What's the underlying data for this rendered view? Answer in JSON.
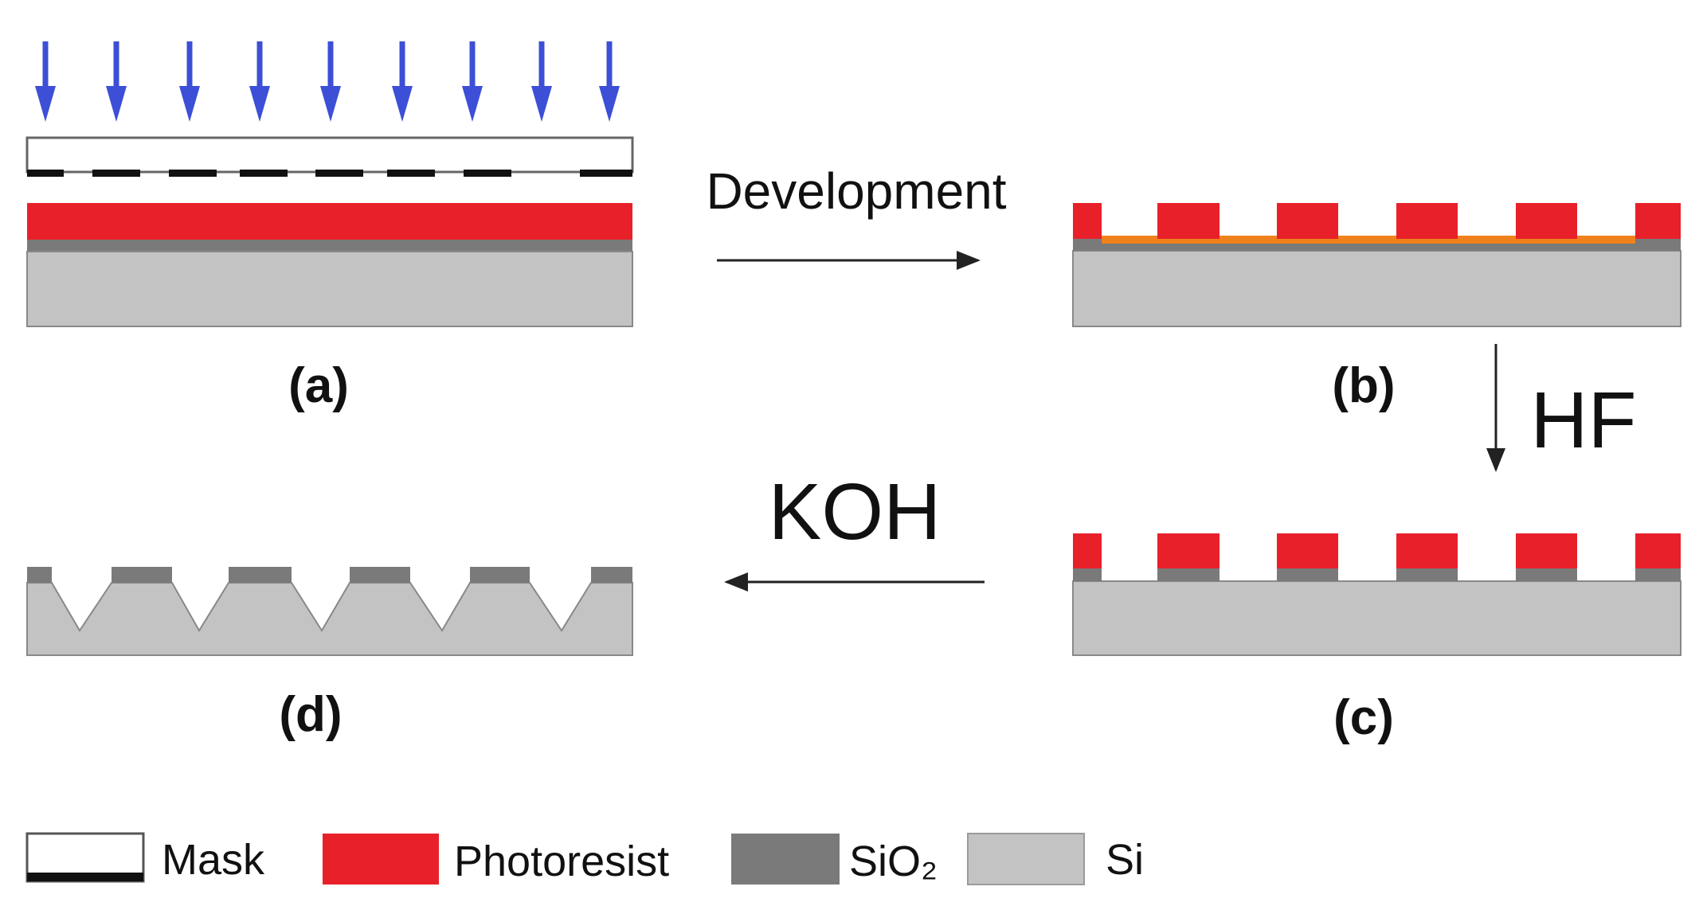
{
  "panels": {
    "a": "(a)",
    "b": "(b)",
    "c": "(c)",
    "d": "(d)"
  },
  "steps": {
    "development": "Development",
    "hf": "HF",
    "koh": "KOH"
  },
  "legend": {
    "mask": "Mask",
    "photoresist": "Photoresist",
    "sio2": "SiO₂",
    "si": "Si"
  },
  "colors": {
    "uv_arrow": "#3c4fd6",
    "photoresist": "#e8202a",
    "photoresist_exposed": "#f0821e",
    "sio2": "#7a7a7a",
    "si": "#c3c3c3",
    "mask_bar": "#111111",
    "outline": "#666666",
    "process_arrow": "#222222"
  }
}
